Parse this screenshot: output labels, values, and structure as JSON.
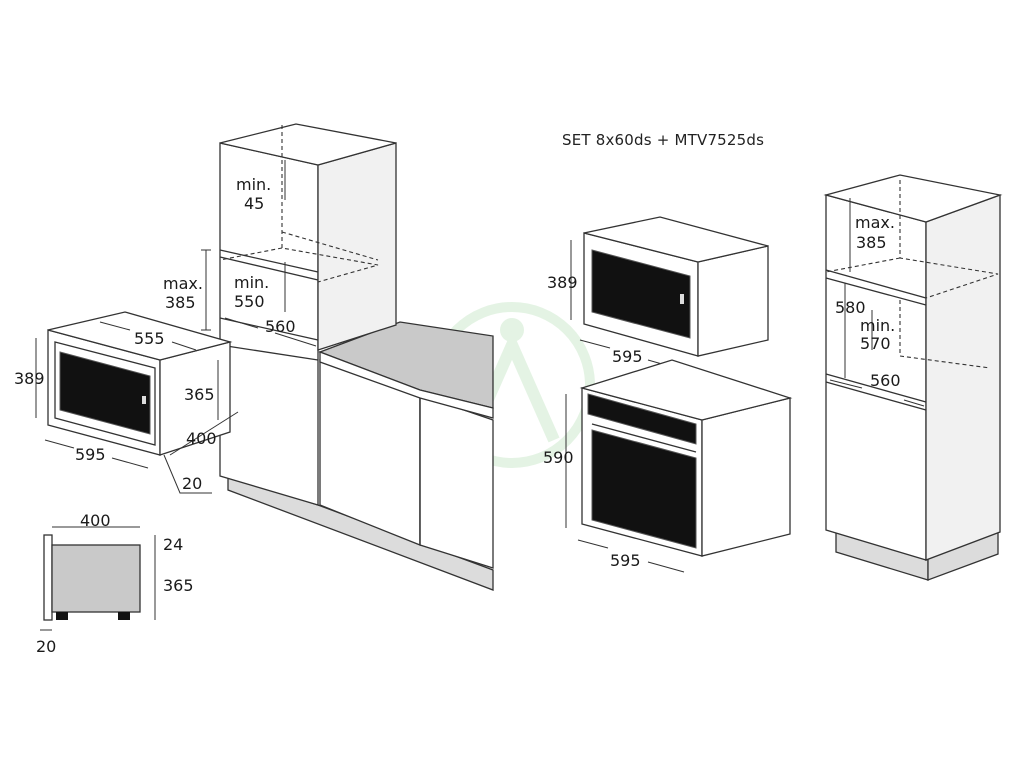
{
  "header": {
    "title": "SET 8x60ds + MTV7525ds"
  },
  "microwave": {
    "w": "595",
    "h": "389",
    "d": "400",
    "inner_w": "555",
    "inner_h": "365",
    "lip": "20"
  },
  "side_view": {
    "depth": "400",
    "top": "24",
    "height": "365",
    "lip": "20"
  },
  "column_left": {
    "gap_top_label": "min.",
    "gap_top_val": "45",
    "max_label": "max.",
    "max_val": "385",
    "min_label": "min.",
    "min_val": "550",
    "depth": "560"
  },
  "set_microwave": {
    "h": "389",
    "w": "595"
  },
  "set_oven": {
    "h": "590",
    "w": "595"
  },
  "column_right": {
    "max_label": "max.",
    "max_val": "385",
    "niche_h": "580",
    "min_label": "min.",
    "min_val": "570",
    "depth": "560"
  }
}
